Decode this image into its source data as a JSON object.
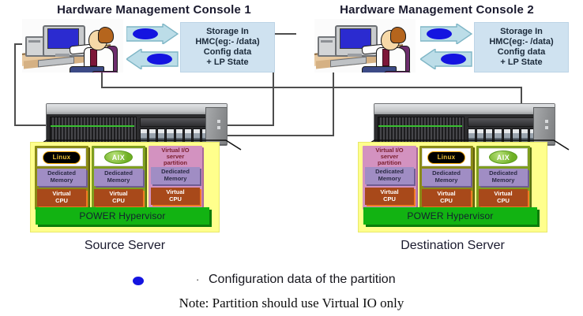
{
  "consoles": [
    {
      "title": "Hardware Management Console 1",
      "storage_label": "Storage In\nHMC(eg:- /data)\nConfig data\n+ LP State",
      "arrow_out_name": "arrow-right-config-data",
      "arrow_in_name": "arrow-left-config-data"
    },
    {
      "title": "Hardware Management Console 2",
      "storage_label": "Storage In\nHMC(eg:- /data)\nConfig data\n+ LP State",
      "arrow_out_name": "arrow-right-config-data",
      "arrow_in_name": "arrow-left-config-data"
    }
  ],
  "servers": [
    {
      "caption": "Source Server",
      "hypervisor": "POWER Hypervisor",
      "partitions": [
        {
          "kind": "linux",
          "os_label": "Linux",
          "memory": "Dedicated\nMemory",
          "cpu": "Virtual\nCPU"
        },
        {
          "kind": "aix",
          "os_label": "AIX",
          "memory": "Dedicated\nMemory",
          "cpu": "Virtual\nCPU"
        },
        {
          "kind": "vios",
          "os_label": "Virtual I/O\nserver\npartition",
          "memory": "Dedicated\nMemory",
          "cpu": "Virtual\nCPU"
        }
      ]
    },
    {
      "caption": "Destination Server",
      "hypervisor": "POWER Hypervisor",
      "partitions": [
        {
          "kind": "vios",
          "os_label": "Virtual I/O\nserver\npartition",
          "memory": "Dedicated\nMemory",
          "cpu": "Virtual\nCPU"
        },
        {
          "kind": "linux",
          "os_label": "Linux",
          "memory": "Dedicated\nMemory",
          "cpu": "Virtual\nCPU"
        },
        {
          "kind": "aix",
          "os_label": "AIX",
          "memory": "Dedicated\nMemory",
          "cpu": "Virtual\nCPU"
        }
      ]
    }
  ],
  "legend": {
    "tick": "·",
    "text": "Configuration data of the partition"
  },
  "note": "Note: Partition should use Virtual IO only",
  "colors": {
    "storage_box": "#cfe2f0",
    "arrow_fill": "#bcdde8",
    "arrow_stroke": "#7fb6c6",
    "config_dot": "#1414e0",
    "platter": "#ffff8c",
    "hypervisor": "#12b312",
    "memory": "#a08dc4",
    "cpu": "#a8491a",
    "lpar_linux": "#8a8a16",
    "lpar_aix": "#7f9e1e",
    "lpar_vios": "#d392c0",
    "wire": "#4d4d4d"
  }
}
